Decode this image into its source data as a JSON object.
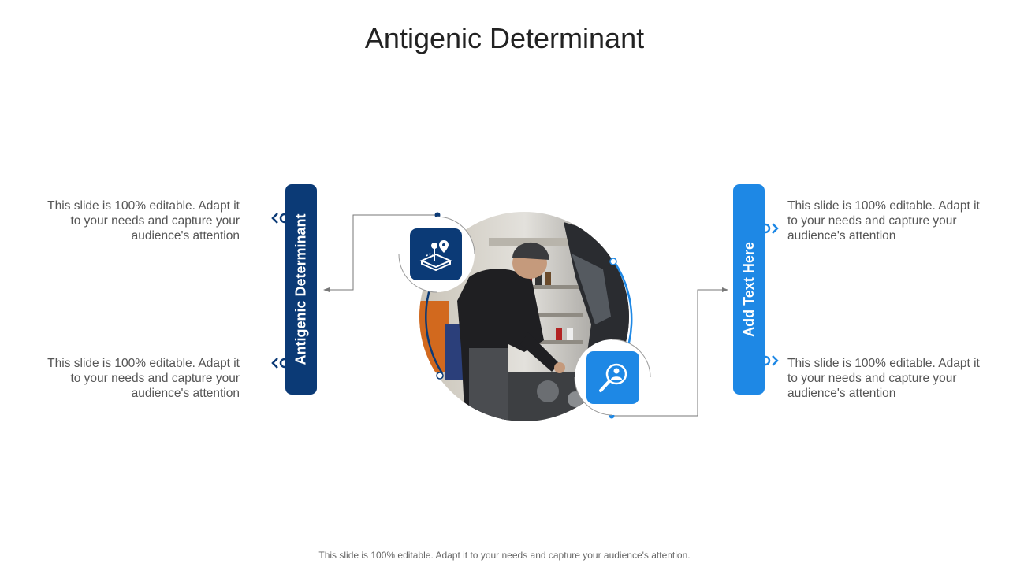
{
  "title": "Antigenic Determinant",
  "left_bar": {
    "label": "Antigenic Determinant",
    "color": "#0b3a76"
  },
  "right_bar": {
    "label": "Add Text Here",
    "color": "#1e88e5"
  },
  "left_texts": [
    "This slide is 100% editable. Adapt it to your needs and capture your audience's attention",
    "This slide is 100% editable. Adapt it to your needs and capture your audience's attention"
  ],
  "right_texts": [
    "This slide is 100% editable. Adapt it to your needs and capture your audience's attention",
    "This slide is 100% editable. Adapt it to your needs and capture your audience's attention"
  ],
  "icons": {
    "top_left": "joystick-location-icon",
    "bottom_right": "search-user-icon"
  },
  "photo": "mechanic-working-on-car-engine",
  "footer": "This slide is 100% editable. Adapt it to your needs and capture your audience's attention."
}
